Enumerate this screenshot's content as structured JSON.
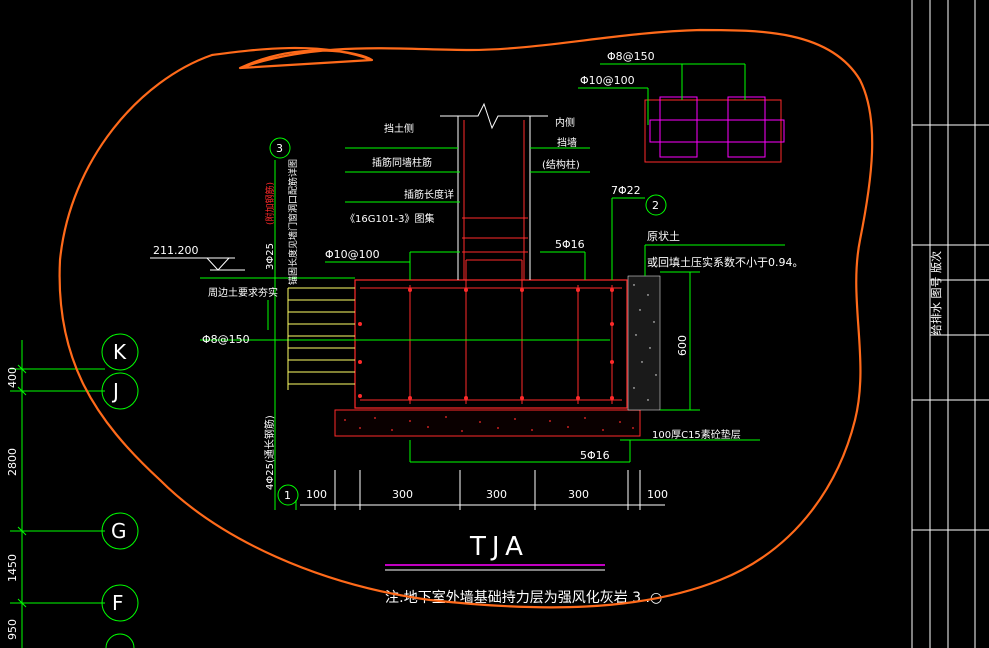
{
  "drawing": {
    "title": "TJA",
    "note": "注:地下室外墙基础持力层为强风化灰岩 3 .○",
    "callouts": {
      "circle_1": "1",
      "circle_2": "2",
      "circle_3": "3"
    },
    "labels": {
      "stirrup_top": "Φ8@150",
      "stirrup_top2": "Φ10@100",
      "soil_side": "挡土侧",
      "inner_side": "内侧",
      "retaining_wall": "挡墙",
      "structure": "(结构柱)",
      "insert_wall_col": "插筋同墙柱筋",
      "insert_len": "插筋长度详",
      "atlas": "《16G101-3》图集",
      "elevation": "211.200",
      "backfill": "周边土要求夯实",
      "phi10": "Φ10@100",
      "phi8": "Φ8@150",
      "five16_top": "5Φ16",
      "five16_bot": "5Φ16",
      "seven22": "7Φ22",
      "soil1": "原状土",
      "soil2": "或回填土压实系数不小于0.94。",
      "cushion": "100厚C15素砼垫层",
      "h600": "600",
      "vert_3phi25": "3Φ25",
      "vert_red": "(附加钢筋)",
      "vert_anchor": "锚固长度见墙门窗洞口配筋详图",
      "vert_bottom": "4Φ25(通长钢筋)"
    },
    "dims": {
      "d1": "100",
      "d2": "300",
      "d3": "300",
      "d4": "300",
      "d5": "100"
    },
    "grid_axes": {
      "k": "K",
      "j": "J",
      "g": "G",
      "f": "F"
    },
    "left_dims": {
      "d400": "400",
      "d2800": "2800",
      "d1450": "1450",
      "d950": "950"
    },
    "title_block": "给排水 图号 版次"
  },
  "colors": {
    "background": "#000000",
    "green": "#00ff00",
    "red": "#ff2a2a",
    "magenta": "#ff00ff",
    "white": "#ffffff",
    "orange": "#ff6a1a",
    "yellow": "#ffff66"
  }
}
